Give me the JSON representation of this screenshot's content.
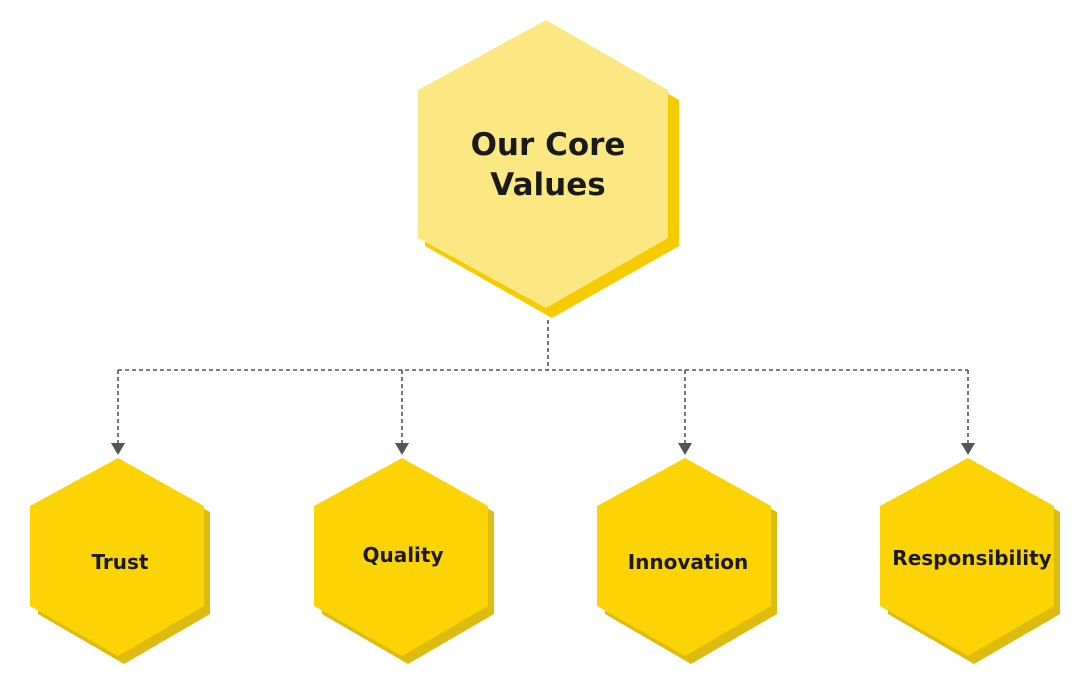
{
  "root": {
    "label_lines": [
      "Our Core",
      "Values"
    ]
  },
  "children": [
    {
      "label": "Trust"
    },
    {
      "label": "Quality"
    },
    {
      "label": "Innovation"
    },
    {
      "label": "Responsibility"
    }
  ],
  "colors": {
    "root_fill": "#FCE883",
    "root_shadow": "#F6CC00",
    "child_fill": "#FCD304",
    "child_shadow": "#DDBB10",
    "connector": "#555555",
    "text": "#1A1A1A",
    "background": "#FFFFFF"
  }
}
